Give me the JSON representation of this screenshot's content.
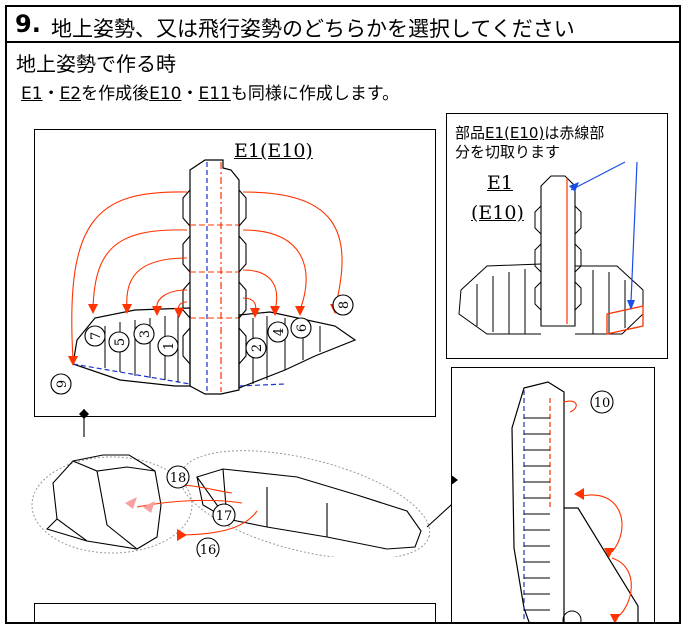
{
  "title": {
    "number": "9.",
    "text": "地上姿勢、又は飛行姿勢のどちらかを選択してください"
  },
  "section": {
    "heading": "地上姿勢で作る時",
    "instruction": {
      "part_a": "E1",
      "sep_a": "・",
      "part_b": "E2",
      "mid": "を作成後",
      "part_c": "E10",
      "sep_b": "・",
      "part_d": "E11",
      "tail": "も同様に作成します。"
    }
  },
  "main_panel": {
    "label": "E1(E10)",
    "numbers": [
      "9",
      "7",
      "5",
      "3",
      "1",
      "2",
      "4",
      "6",
      "8"
    ]
  },
  "note_panel": {
    "line1_prefix": "部品",
    "line1_part": "E1(E10)",
    "line1_suffix": "は赤線部",
    "line2": "分を切取ります",
    "label_a": "E1",
    "label_b": "(E10)"
  },
  "bottom_steps": {
    "n16": "16",
    "n17": "17",
    "n18": "18"
  },
  "side_panel": {
    "n10": "10"
  },
  "colors": {
    "cut_line": "#ff3300",
    "fold_line": "#1a33cc",
    "arrow_fill": "#ff8080",
    "blue_arrow": "#1a4de6"
  }
}
